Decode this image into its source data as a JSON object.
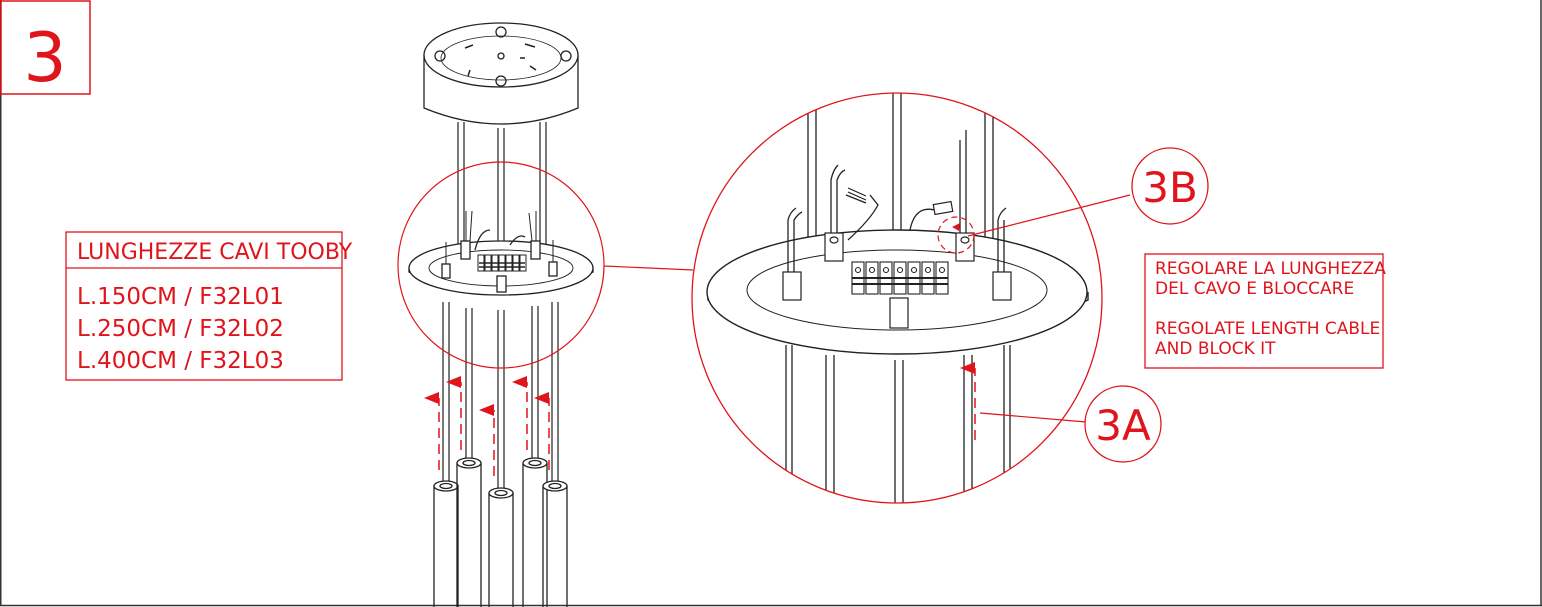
{
  "step": {
    "number": "3"
  },
  "cable_table": {
    "title": "LUNGHEZZE CAVI TOOBY",
    "rows": [
      "L.150CM / F32L01",
      "L.250CM / F32L02",
      "L.400CM / F32L03"
    ]
  },
  "instruction": {
    "it_line1": "REGOLARE LA LUNGHEZZA",
    "it_line2": "DEL CAVO E BLOCCARE",
    "en_line1": "REGOLATE LENGTH CABLE",
    "en_line2": "AND BLOCK IT"
  },
  "callouts": {
    "a": "3A",
    "b": "3B"
  },
  "colors": {
    "annotation": "#e0141b",
    "line": "#222222",
    "background": "#ffffff"
  }
}
